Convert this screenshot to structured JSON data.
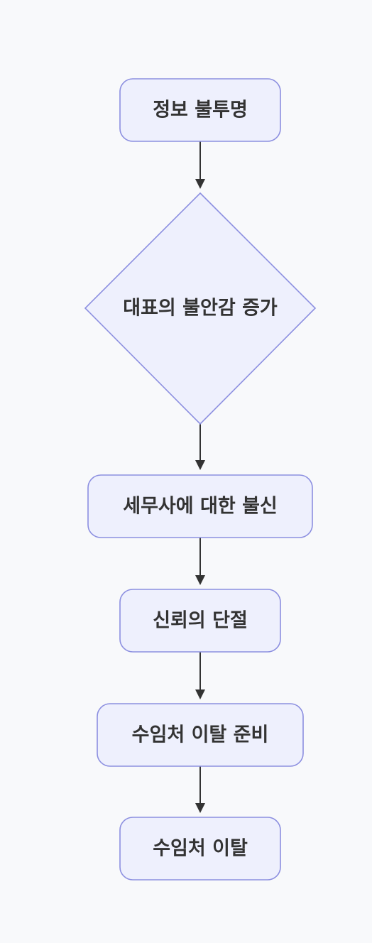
{
  "flowchart": {
    "nodes": [
      {
        "id": "n1",
        "shape": "rounded-rect",
        "label": "정보 불투명"
      },
      {
        "id": "n2",
        "shape": "diamond",
        "label": "대표의 불안감 증가"
      },
      {
        "id": "n3",
        "shape": "rounded-rect",
        "label": "세무사에 대한 불신"
      },
      {
        "id": "n4",
        "shape": "rounded-rect",
        "label": "신뢰의 단절"
      },
      {
        "id": "n5",
        "shape": "rounded-rect",
        "label": "수임처 이탈 준비"
      },
      {
        "id": "n6",
        "shape": "rounded-rect",
        "label": "수임처 이탈"
      }
    ],
    "edges": [
      {
        "from": "n1",
        "to": "n2"
      },
      {
        "from": "n2",
        "to": "n3"
      },
      {
        "from": "n3",
        "to": "n4"
      },
      {
        "from": "n4",
        "to": "n5"
      },
      {
        "from": "n5",
        "to": "n6"
      }
    ],
    "colors": {
      "node_fill": "#eef0fd",
      "node_stroke": "#8c8fe0",
      "edge": "#333333",
      "text": "#333333",
      "background": "#f8f9fb"
    }
  }
}
